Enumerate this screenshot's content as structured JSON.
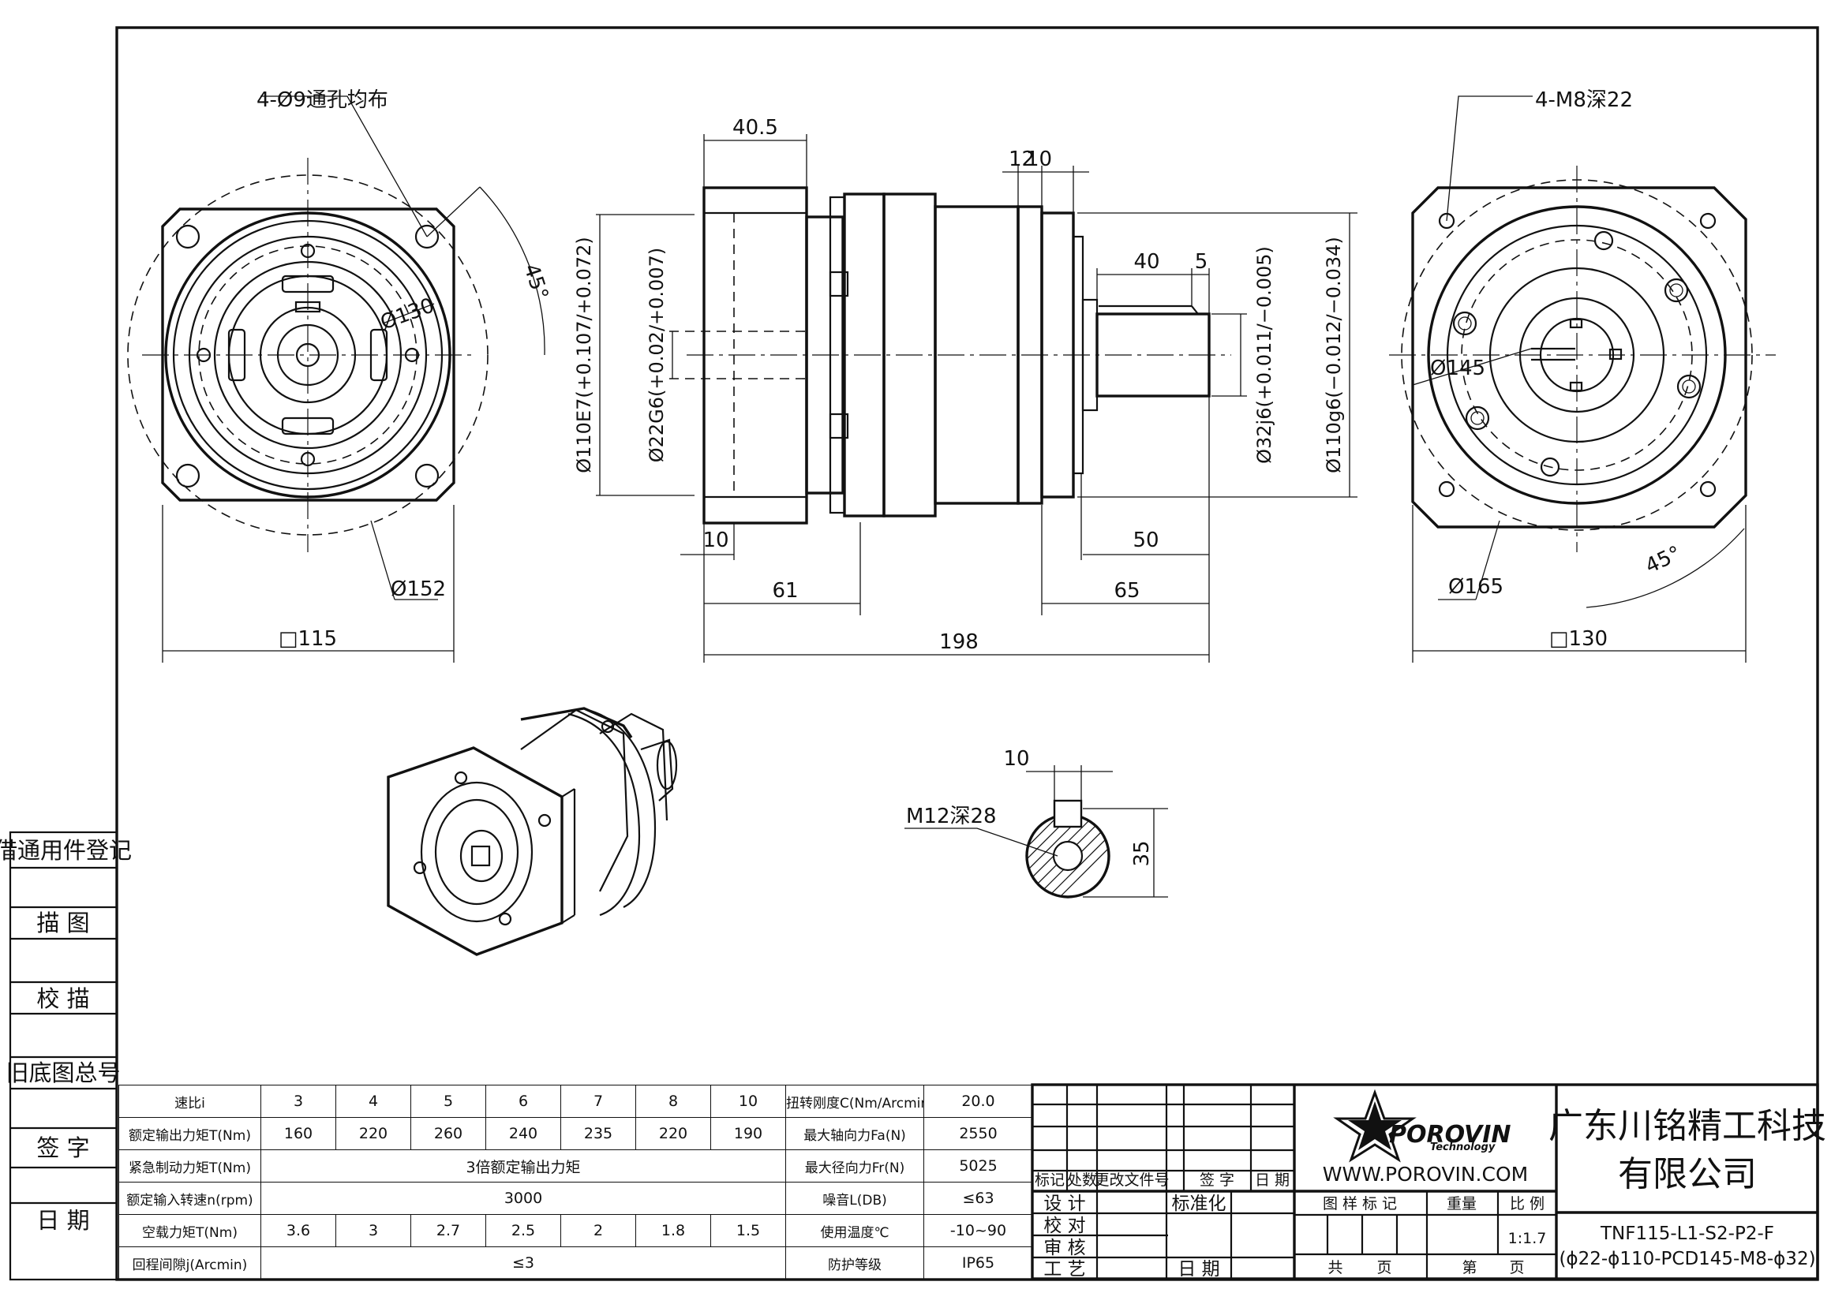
{
  "drawing": {
    "front_view": {
      "hole_note": "4-Ø9通孔均布",
      "angle": "45°",
      "bolt_circle": "Ø130",
      "outer_circle": "Ø152",
      "square": "□115"
    },
    "side_view": {
      "d_flange_length": "40.5",
      "d_12": "12",
      "d_10_top": "10",
      "d_40": "40",
      "d_5": "5",
      "d_10_bottom": "10",
      "d_50": "50",
      "d_61": "61",
      "d_65": "65",
      "d_198": "198",
      "fit_input_bore": "Ø110E7(+0.107/+0.072)",
      "fit_motor_shaft": "Ø22G6(+0.02/+0.007)",
      "fit_output_shaft": "Ø32j6(+0.011/−0.005)",
      "fit_output_spigot": "Ø110g6(−0.012/−0.034)"
    },
    "rear_view": {
      "tap_note": "4-M8深22",
      "bolt_circle": "Ø145",
      "outer_circle": "Ø165",
      "angle": "45°",
      "square": "□130"
    },
    "key_section": {
      "key_width": "10",
      "thread": "M12深28",
      "height": "35"
    }
  },
  "side_panel": [
    "借通用件登记",
    "描 图",
    "校 描",
    "旧底图总号",
    "签 字",
    "日 期"
  ],
  "spec_table": {
    "ratio_label": "速比i",
    "ratios": [
      "3",
      "4",
      "5",
      "6",
      "7",
      "8",
      "10"
    ],
    "rows": [
      {
        "label": "额定输出力矩T(Nm)",
        "values": [
          "160",
          "220",
          "260",
          "240",
          "235",
          "220",
          "190"
        ]
      },
      {
        "label": "紧急制动力矩T(Nm)",
        "span": "3倍额定输出力矩"
      },
      {
        "label": "额定输入转速n(rpm)",
        "span": "3000"
      },
      {
        "label": "空载力矩T(Nm)",
        "values": [
          "3.6",
          "3",
          "2.7",
          "2.5",
          "2",
          "1.8",
          "1.5"
        ]
      },
      {
        "label": "回程间隙j(Arcmin)",
        "span": "≤3"
      }
    ],
    "right": [
      {
        "label": "扭转刚度C(Nm/Arcmin)",
        "value": "20.0"
      },
      {
        "label": "最大轴向力Fa(N)",
        "value": "2550"
      },
      {
        "label": "最大径向力Fr(N)",
        "value": "5025"
      },
      {
        "label": "噪音L(DB)",
        "value": "≤63"
      },
      {
        "label": "使用温度℃",
        "value": "-10~90"
      },
      {
        "label": "防护等级",
        "value": "IP65"
      }
    ]
  },
  "title_block": {
    "rev_headers": [
      "标记",
      "处数",
      "更改文件号",
      "签 字",
      "日 期"
    ],
    "roles": [
      "设 计",
      "校 对",
      "审 核",
      "工 艺"
    ],
    "standardization": "标准化",
    "date_label": "日 期",
    "logo_text": "POROVIN",
    "logo_sub": "Technology",
    "website": "WWW.POROVIN.COM",
    "sign_mark": "图 样 标 记",
    "weight": "重量",
    "scale_label": "比 例",
    "scale_value": "1:1.7",
    "total_label": "共",
    "page_label": "页",
    "sheet_label": "第",
    "sheet_page_label": "页",
    "company_line1": "广东川铭精工科技",
    "company_line2": "有限公司",
    "model_line1": "TNF115-L1-S2-P2-F",
    "model_line2": "(ϕ22-ϕ110-PCD145-M8-ϕ32)"
  }
}
